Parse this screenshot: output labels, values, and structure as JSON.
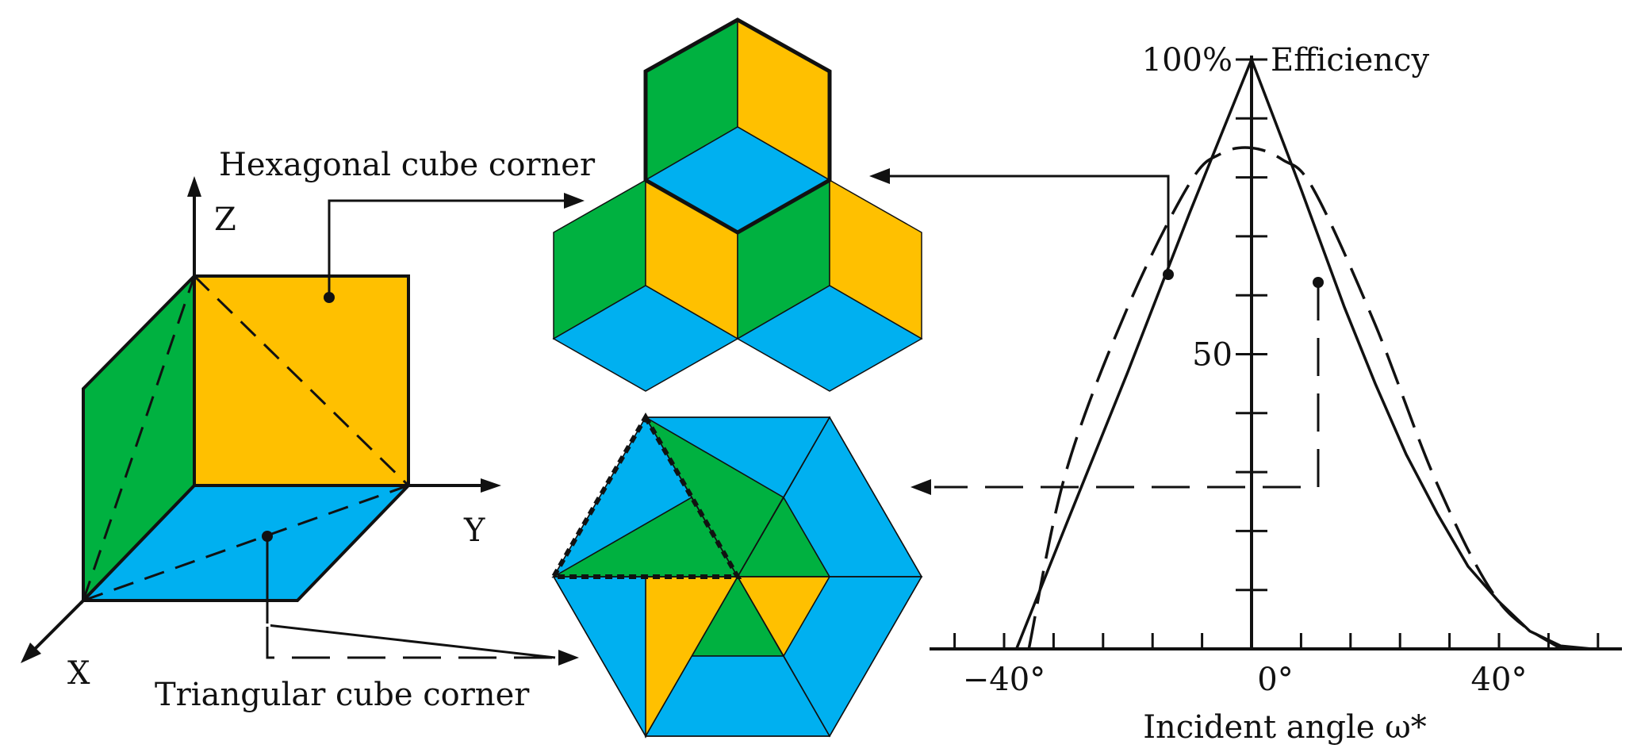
{
  "labels": {
    "hexagonal": "Hexagonal cube corner",
    "triangular": "Triangular cube corner",
    "axis_x": "X",
    "axis_y": "Y",
    "axis_z": "Z"
  },
  "colors": {
    "green": "#00b140",
    "yellow": "#ffc000",
    "blue": "#00b0f0",
    "ink": "#111111"
  },
  "chart_data": {
    "type": "line",
    "ylabel": "Efficiency",
    "xlabel": "Incident angle ω*",
    "x_tick_labels": [
      "−40°",
      "0°",
      "40°"
    ],
    "y_tick_labels": [
      "50",
      "100%"
    ],
    "xlim": [
      -55,
      60
    ],
    "ylim": [
      0,
      100
    ],
    "series": [
      {
        "style": "solid",
        "x": [
          -38,
          -30,
          -20,
          -10,
          0,
          8,
          15,
          20,
          25,
          30,
          35,
          40,
          45,
          50,
          55
        ],
        "y": [
          0,
          21,
          47,
          74,
          100,
          78,
          58,
          45,
          33,
          23,
          14,
          8,
          3,
          0.5,
          0
        ]
      },
      {
        "style": "dashed",
        "x": [
          -36,
          -30,
          -20,
          -10,
          -5,
          0,
          5,
          10,
          20,
          30,
          40,
          50
        ],
        "y": [
          0,
          30,
          58,
          79,
          84,
          85,
          83,
          78,
          55,
          28,
          8,
          0
        ]
      }
    ]
  }
}
